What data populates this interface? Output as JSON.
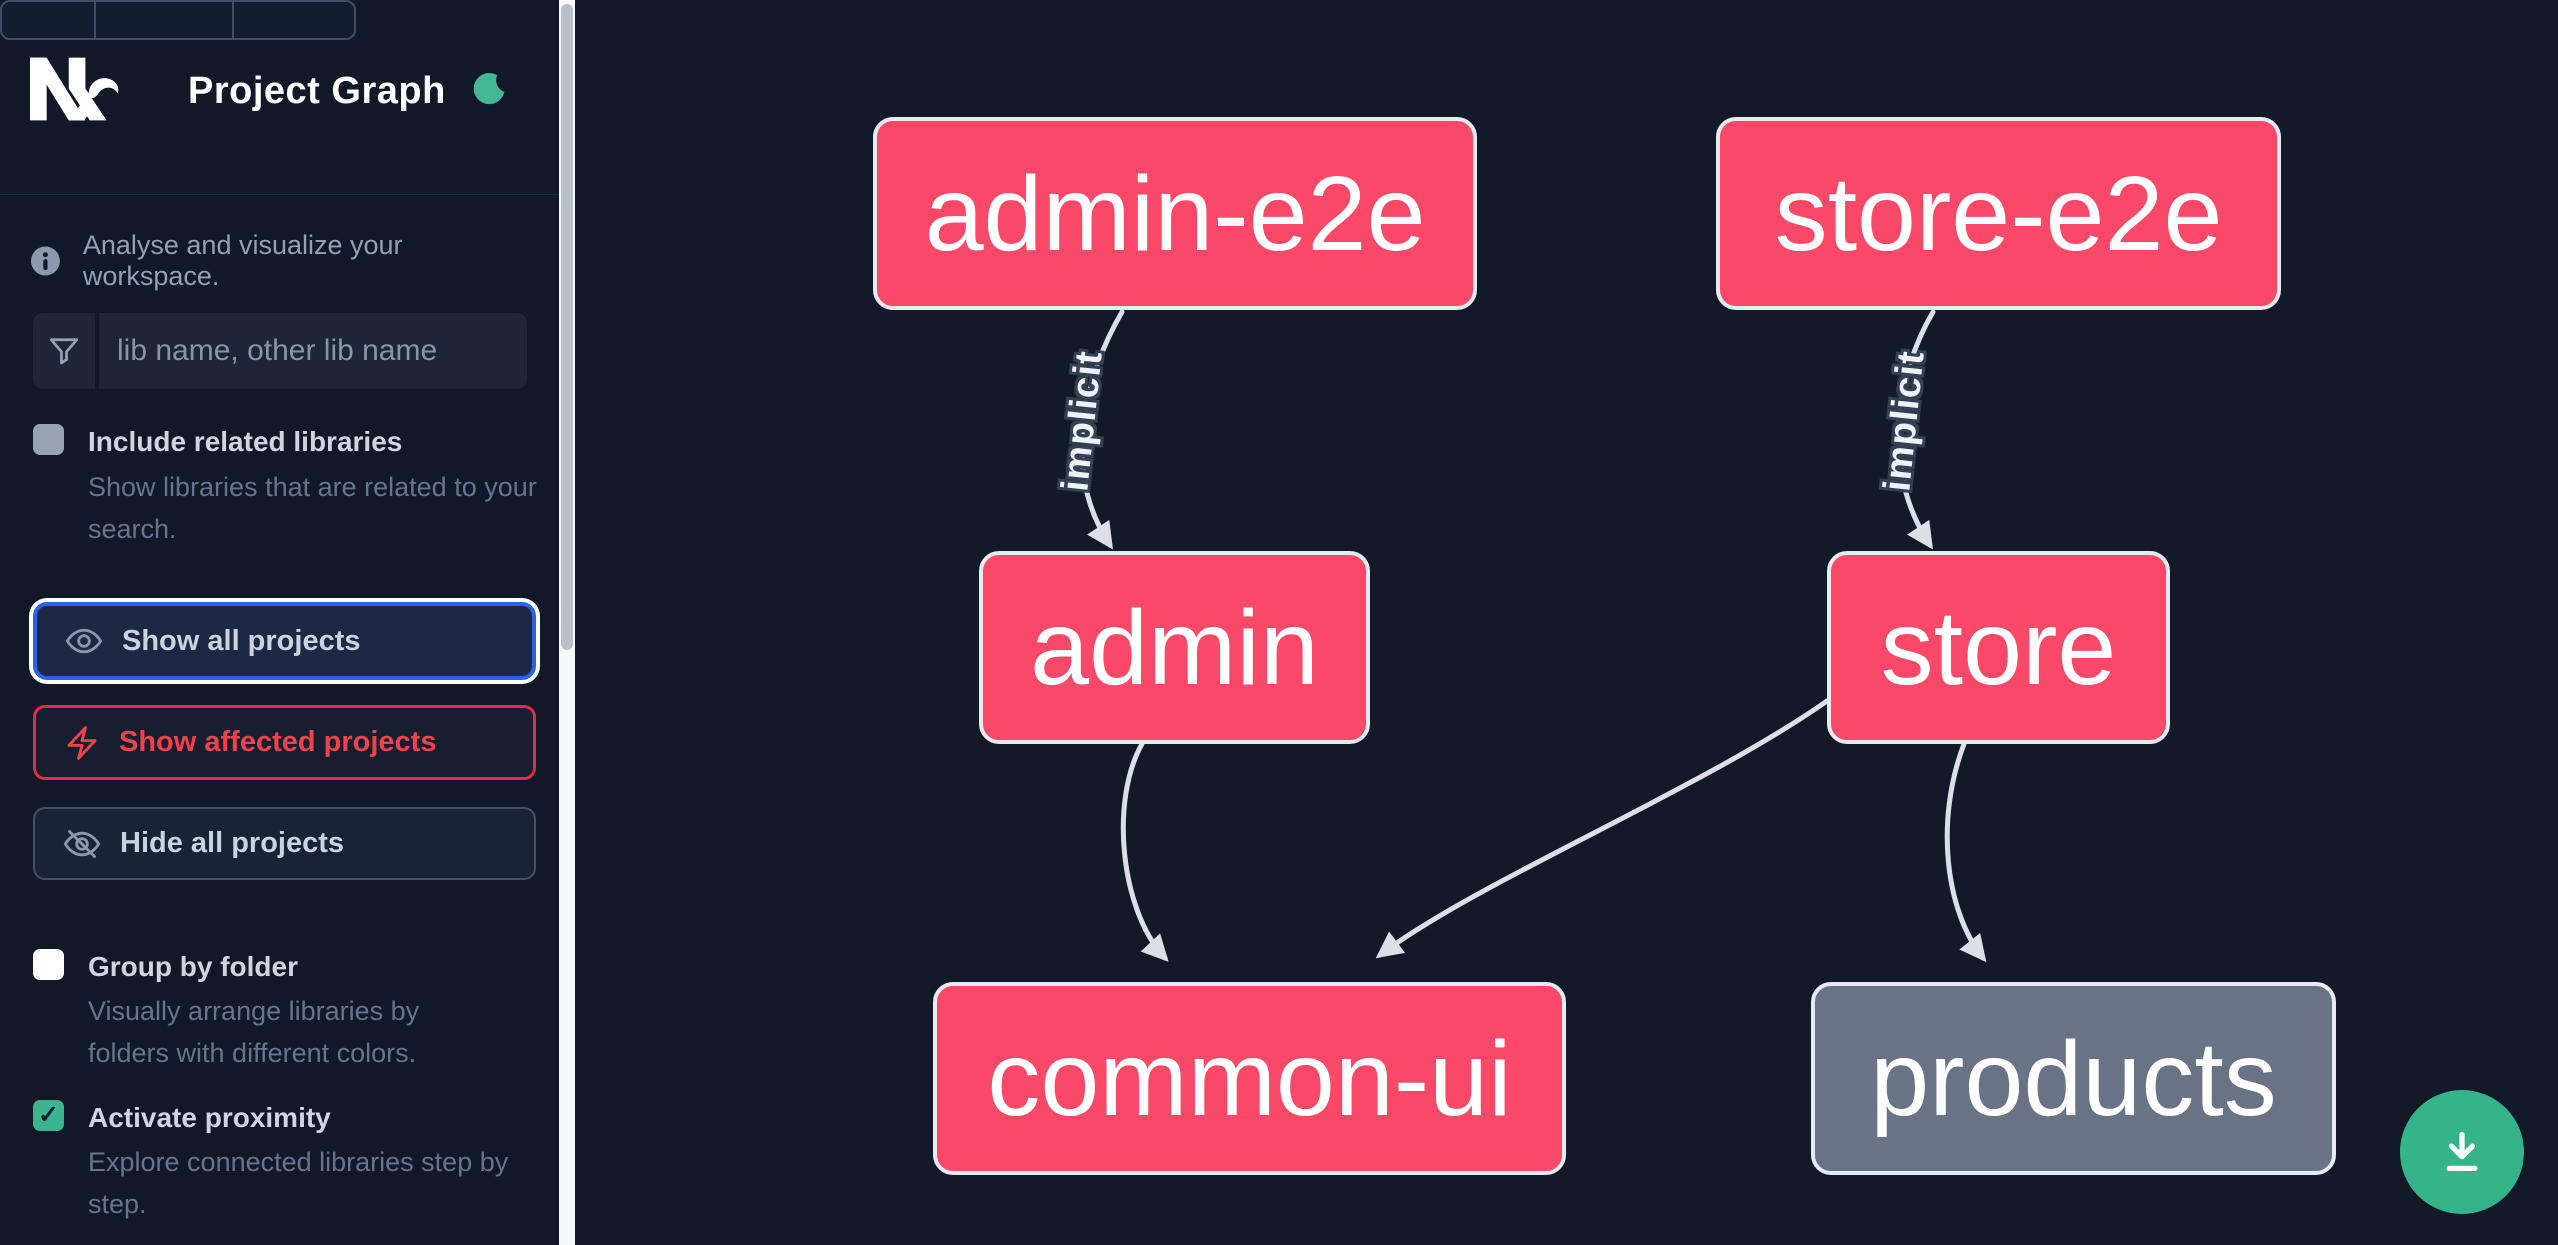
{
  "app": {
    "title": "Project Graph"
  },
  "sidebar": {
    "tagline": "Analyse and visualize your workspace.",
    "search_placeholder": "lib name, other lib name",
    "check_glyph": "✓",
    "options": [
      {
        "label": "Include related libraries",
        "description": "Show libraries that are related to your search.",
        "checked": false
      },
      {
        "label": "Group by folder",
        "description": "Visually arrange libraries by folders with different colors.",
        "checked": false
      },
      {
        "label": "Activate proximity",
        "description": "Explore connected libraries step by step.",
        "checked": true
      }
    ],
    "actions": [
      {
        "label": "Show all projects",
        "state": "focused",
        "icon": "eye"
      },
      {
        "label": "Show affected projects",
        "state": "affected",
        "icon": "bolt"
      },
      {
        "label": "Hide all projects",
        "state": "default",
        "icon": "eye-off"
      }
    ]
  },
  "graph": {
    "nodes": [
      {
        "id": "admin-e2e",
        "label": "admin-e2e",
        "style": "pink"
      },
      {
        "id": "store-e2e",
        "label": "store-e2e",
        "style": "pink"
      },
      {
        "id": "admin",
        "label": "admin",
        "style": "pink"
      },
      {
        "id": "store",
        "label": "store",
        "style": "pink"
      },
      {
        "id": "common-ui",
        "label": "common-ui",
        "style": "pink"
      },
      {
        "id": "products",
        "label": "products",
        "style": "gray"
      }
    ],
    "edges": [
      {
        "source": "admin-e2e",
        "target": "admin",
        "label": "implicit"
      },
      {
        "source": "store-e2e",
        "target": "store",
        "label": "implicit"
      },
      {
        "source": "admin",
        "target": "common-ui",
        "label": ""
      },
      {
        "source": "store",
        "target": "common-ui",
        "label": ""
      },
      {
        "source": "store",
        "target": "products",
        "label": ""
      }
    ]
  },
  "fab": {
    "icon": "download"
  },
  "colors": {
    "sidebar_bg": "#111827",
    "canvas_bg": "#121a2a",
    "node_pink": "#fa4968",
    "node_gray": "#687386",
    "node_border": "#e7eaee",
    "edge_gray": "#dce0e6",
    "focus_blue": "#2a63ea",
    "affected_red": "#f0414d",
    "accent_green": "#35b48a",
    "moon_green": "#45b795"
  }
}
